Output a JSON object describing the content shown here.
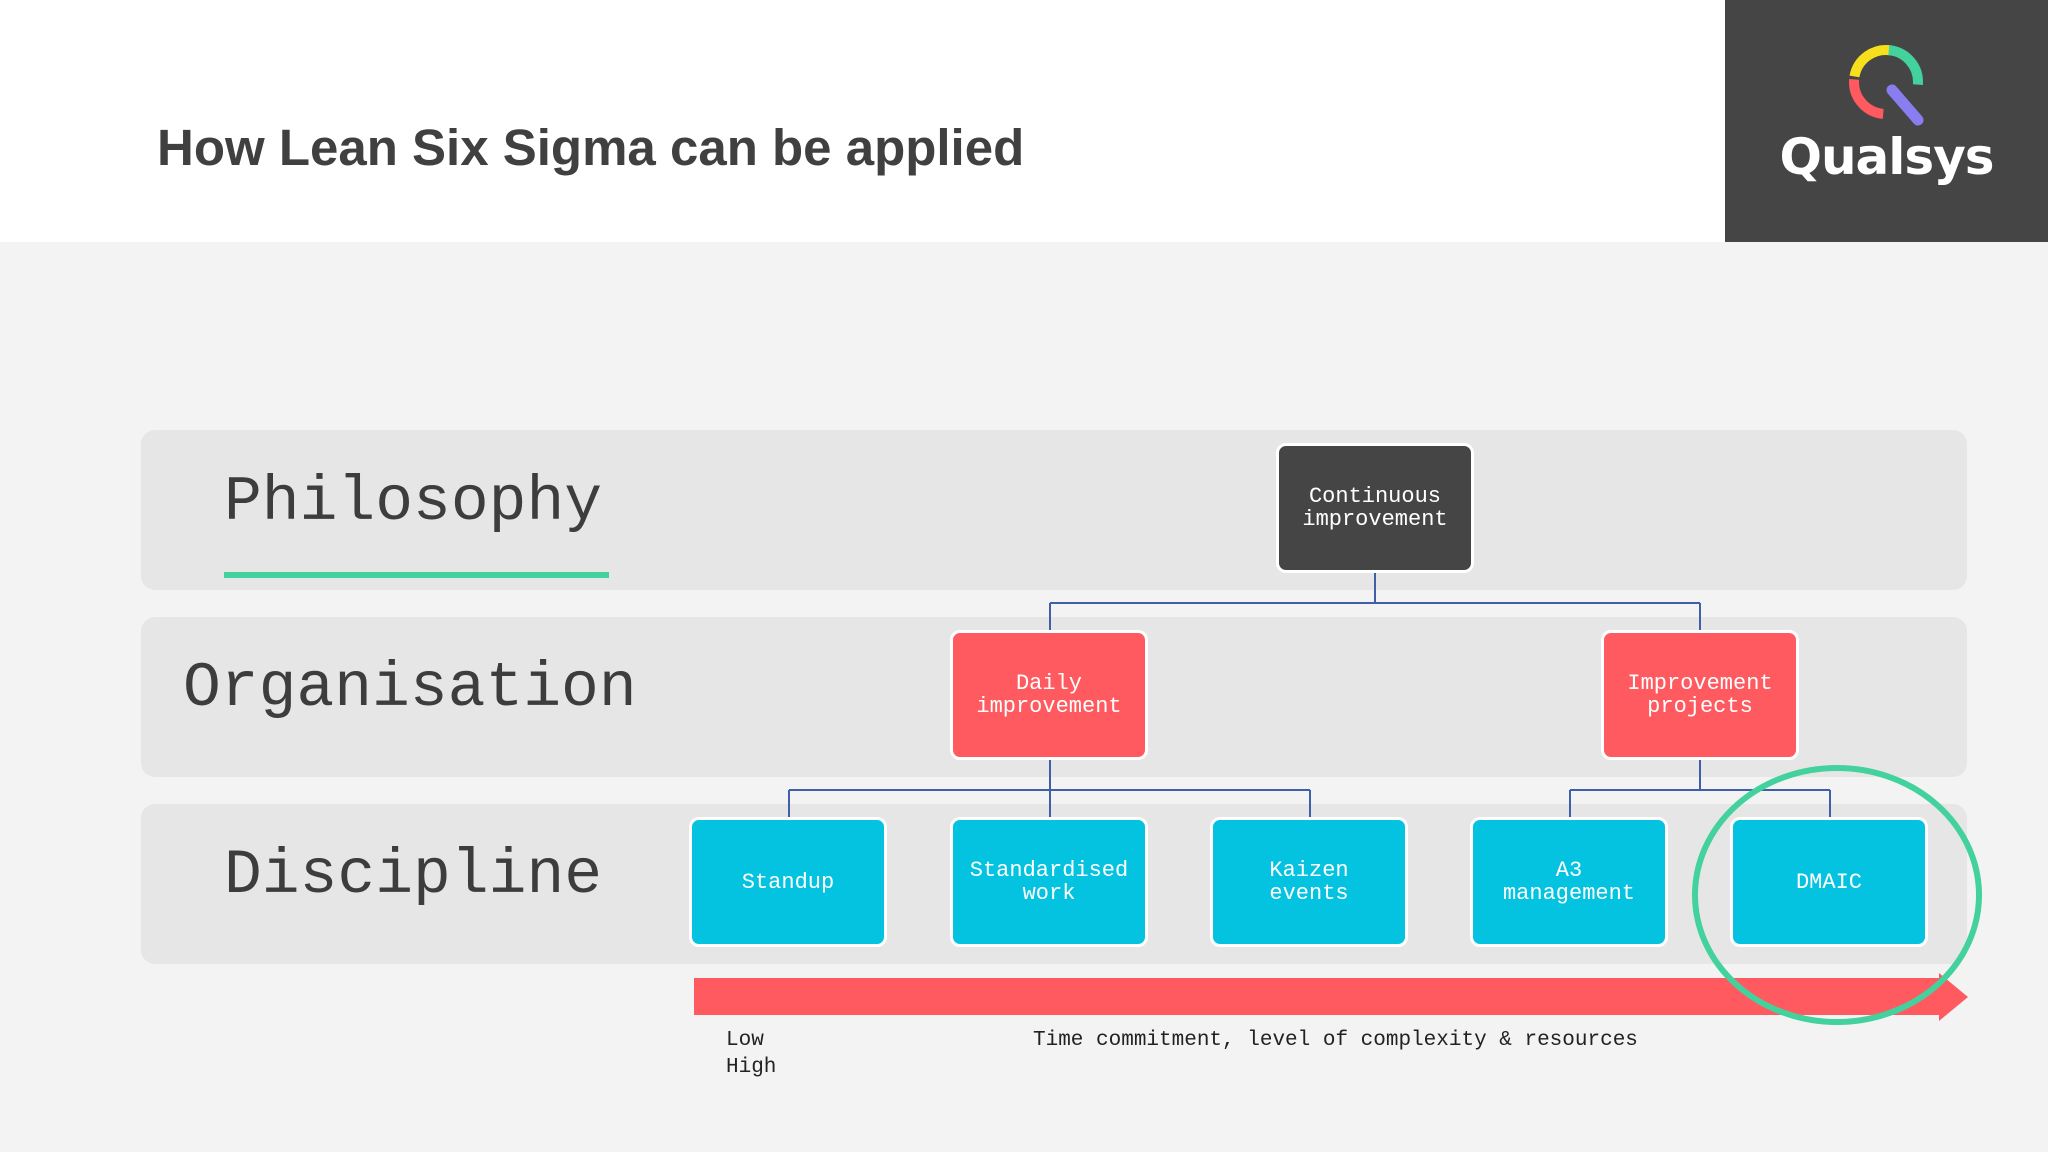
{
  "header": {
    "title": "How Lean Six Sigma can be applied",
    "logo_text": "Qualsys"
  },
  "bands": {
    "philosophy": "Philosophy",
    "organisation": "Organisation",
    "discipline": "Discipline"
  },
  "nodes": {
    "continuous_improvement": "Continuous\nimprovement",
    "daily_improvement": "Daily\nimprovement",
    "improvement_projects": "Improvement\nprojects",
    "standup": "Standup",
    "standardised_work": "Standardised\nwork",
    "kaizen_events": "Kaizen\nevents",
    "a3_management": "A3\nmanagement",
    "dmaic": "DMAIC"
  },
  "scale": {
    "low": "Low",
    "high": "High",
    "caption": "Time commitment, level of complexity & resources"
  },
  "colors": {
    "accent_green": "#43d19d",
    "philosophy_node": "#454545",
    "organisation_node": "#ff5a5f",
    "discipline_node": "#04c3e0",
    "arrow": "#ff5a5f",
    "connector": "#3f5fa8"
  }
}
